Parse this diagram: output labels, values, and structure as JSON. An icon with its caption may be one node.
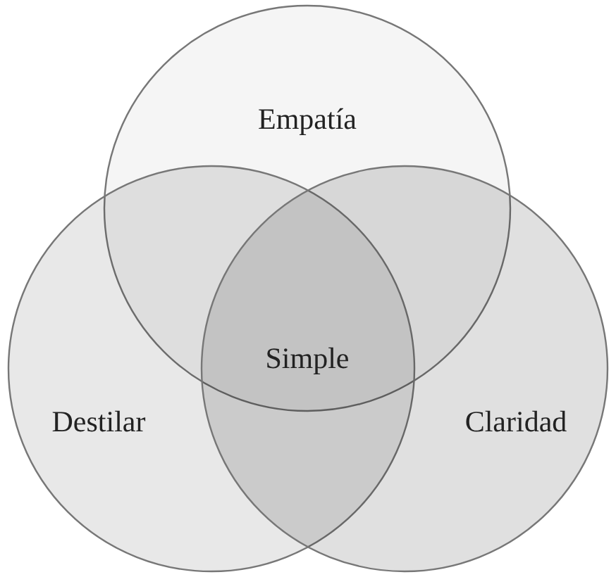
{
  "diagram": {
    "nodes": [
      {
        "text": [
          "Empatía"
        ]
      },
      {
        "text": [
          "Destilar"
        ]
      },
      {
        "text": [
          "Claridad"
        ]
      }
    ],
    "edges": [],
    "labels": [
      "Simple"
    ]
  }
}
